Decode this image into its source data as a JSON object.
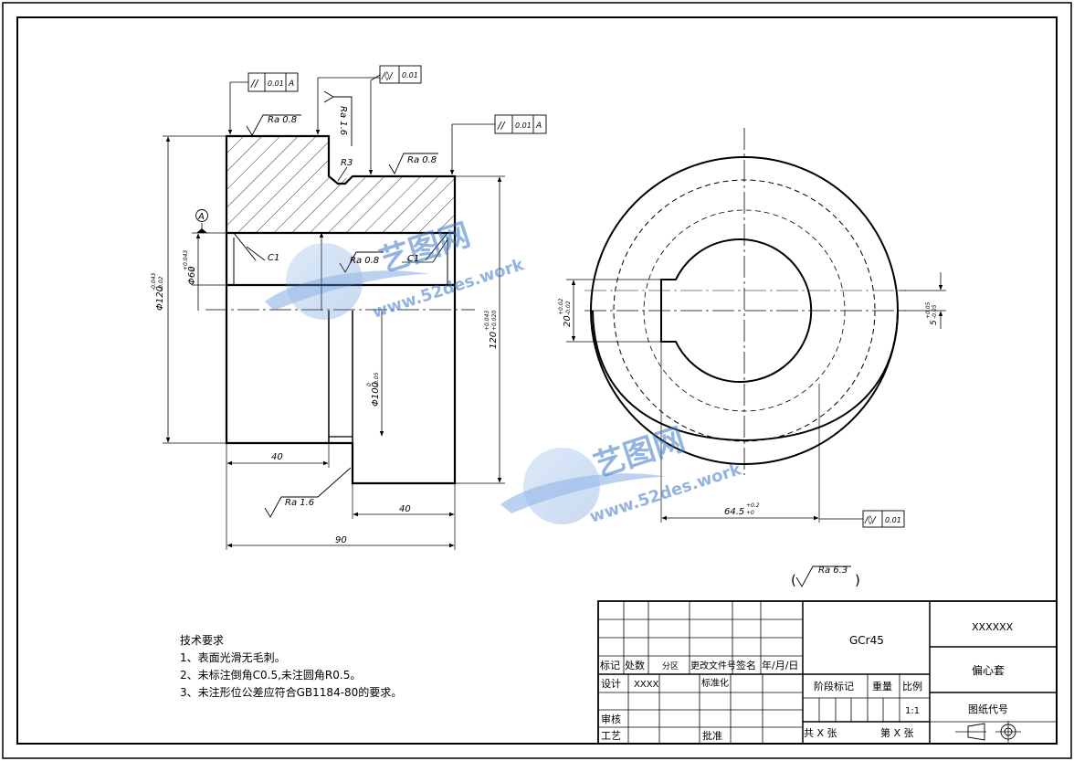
{
  "drawing": {
    "datum": "A",
    "gdt": {
      "top_left": {
        "symbol": "//",
        "value": "0.01",
        "datum": "A"
      },
      "top_mid": {
        "symbol": "/◊/",
        "value": "0.01"
      },
      "right_upper": {
        "symbol": "//",
        "value": "0.01",
        "datum": "A"
      },
      "right_view": {
        "symbol": "/◊/",
        "value": "0.01"
      }
    },
    "roughness": {
      "r1": "Ra 0.8",
      "r2": "Ra 1.6",
      "r3": "Ra 0.8",
      "r4": "Ra 0.8",
      "r5": "Ra 1.6",
      "general": "Ra 6.3"
    },
    "labels": {
      "radius": "R3",
      "chamfer_left": "C1",
      "chamfer_right": "C1"
    },
    "dims": {
      "d40_left": "40",
      "d40_right": "40",
      "d90": "90",
      "phi120": "Φ120",
      "phi120_tol_up": "-0.043",
      "phi120_tol_dn": "-0.02",
      "phi60": "Φ60",
      "phi60_tol_up": "+0.043",
      "phi60_tol_dn": "0",
      "phi100": "Φ100",
      "phi100_tol_up": "0",
      "phi100_tol_dn": "-0.05",
      "d120": "120",
      "d120_tol_up": "+0.043",
      "d120_tol_dn": "+0.020",
      "d20": "20",
      "d20_tol_up": "+0.02",
      "d20_tol_dn": "-0.02",
      "dk": "5",
      "dk_tol_up": "+0.05",
      "dk_tol_dn": "-0.05",
      "d645": "64.5",
      "d645_tol_up": "+0.2",
      "d645_tol_dn": "+0"
    }
  },
  "watermark": {
    "brand": "艺图网",
    "url": "www.52des.work"
  },
  "notes": {
    "title": "技术要求",
    "items": [
      "1、表面光滑无毛刺。",
      "2、未标注倒角C0.5,未注圆角R0.5。",
      "3、未注形位公差应符合GB1184-80的要求。"
    ]
  },
  "title_block": {
    "material": "GCr45",
    "company": "XXXXXX",
    "part_name": "偏心套",
    "drawing_no_label": "图纸代号",
    "mark": "标记",
    "count": "处数",
    "zone": "分区",
    "change_doc": "更改文件号",
    "sign": "签名",
    "date": "年/月/日",
    "design": "设计",
    "designer": "XXXX",
    "standard": "标准化",
    "check": "审核",
    "process": "工艺",
    "approve": "批准",
    "stage_mark": "阶段标记",
    "weight": "重量",
    "scale_label": "比例",
    "scale_value": "1:1",
    "sheets_total": "共 X 张",
    "sheet_no": "第 X 张"
  }
}
